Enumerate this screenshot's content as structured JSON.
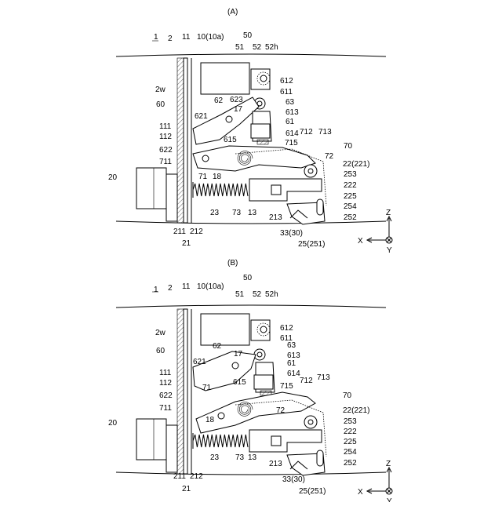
{
  "figure": {
    "panels": [
      {
        "id": "A",
        "caption": "(A)",
        "labels": {
          "n1": "1",
          "n2": "2",
          "n11": "11",
          "n10": "10(10a)",
          "n50": "50",
          "n51": "51",
          "n52": "52",
          "n52h": "52h",
          "n612": "612",
          "n611": "611",
          "n2w": "2w",
          "n623": "623",
          "n63": "63",
          "n60": "60",
          "n62": "62",
          "n17": "17",
          "n613": "613",
          "n621": "621",
          "n61": "61",
          "n111": "111",
          "n614": "614",
          "n112": "112",
          "n712": "712",
          "n713": "713",
          "n615": "615",
          "n715": "715",
          "n70": "70",
          "n622": "622",
          "n72": "72",
          "n22_221": "22(221)",
          "n711": "711",
          "n253": "253",
          "n71": "71",
          "n18": "18",
          "n222": "222",
          "n20": "20",
          "n225": "225",
          "n254": "254",
          "n23": "23",
          "n73": "73",
          "n13": "13",
          "n213": "213",
          "n252": "252",
          "n211": "211",
          "n212": "212",
          "n33_30": "33(30)",
          "n21": "21",
          "n25_251": "25(251)"
        }
      },
      {
        "id": "B",
        "caption": "(B)",
        "labels": {
          "n1": "1",
          "n2": "2",
          "n11": "11",
          "n10": "10(10a)",
          "n50": "50",
          "n51": "51",
          "n52": "52",
          "n52h": "52h",
          "n612": "612",
          "n611": "611",
          "n2w": "2w",
          "n63": "63",
          "n60": "60",
          "n17": "17",
          "n613": "613",
          "n62": "62",
          "n621": "621",
          "n61": "61",
          "n111": "111",
          "n614": "614",
          "n112": "112",
          "n615": "615",
          "n715": "715",
          "n712": "712",
          "n713": "713",
          "n622": "622",
          "n71": "71",
          "n70": "70",
          "n711": "711",
          "n72": "72",
          "n22_221": "22(221)",
          "n253": "253",
          "n18": "18",
          "n20": "20",
          "n222": "222",
          "n225": "225",
          "n254": "254",
          "n23": "23",
          "n73": "73",
          "n13": "13",
          "n213": "213",
          "n252": "252",
          "n211": "211",
          "n212": "212",
          "n33_30": "33(30)",
          "n21": "21",
          "n25_251": "25(251)"
        }
      }
    ],
    "axes": {
      "z": "Z",
      "x": "X",
      "y": "Y"
    }
  }
}
